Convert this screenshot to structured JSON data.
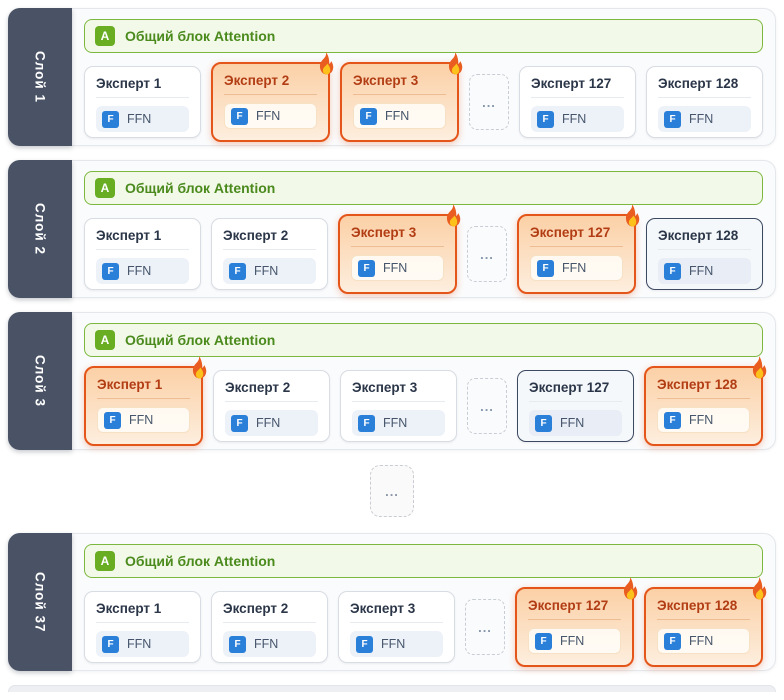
{
  "shared": {
    "attention_badge": "A",
    "attention_label": "Общий блок Attention",
    "ffn_badge": "F",
    "ffn_label": "FFN",
    "dots": "..."
  },
  "colors": {
    "layer_tab": "#4a5366",
    "attention_green": "#68ad22",
    "attention_border": "#7cb840",
    "active_orange": "#e4551a",
    "active_title": "#b23d14",
    "outlined_navy": "#3c4961",
    "ffn_blue": "#2a7fd8"
  },
  "layers": [
    {
      "label": "Слой 1",
      "experts": [
        {
          "name": "Эксперт 1",
          "state": "normal"
        },
        {
          "name": "Эксперт 2",
          "state": "active"
        },
        {
          "name": "Эксперт 3",
          "state": "active"
        },
        {
          "state": "dots"
        },
        {
          "name": "Эксперт 127",
          "state": "normal"
        },
        {
          "name": "Эксперт 128",
          "state": "normal"
        }
      ]
    },
    {
      "label": "Слой 2",
      "experts": [
        {
          "name": "Эксперт 1",
          "state": "normal"
        },
        {
          "name": "Эксперт 2",
          "state": "normal"
        },
        {
          "name": "Эксперт 3",
          "state": "active"
        },
        {
          "state": "dots"
        },
        {
          "name": "Эксперт 127",
          "state": "active"
        },
        {
          "name": "Эксперт 128",
          "state": "outlined"
        }
      ]
    },
    {
      "label": "Слой 3",
      "experts": [
        {
          "name": "Эксперт 1",
          "state": "active"
        },
        {
          "name": "Эксперт 2",
          "state": "normal"
        },
        {
          "name": "Эксперт 3",
          "state": "normal"
        },
        {
          "state": "dots"
        },
        {
          "name": "Эксперт 127",
          "state": "outlined"
        },
        {
          "name": "Эксперт 128",
          "state": "active"
        }
      ]
    },
    {
      "label": "Слой 37",
      "experts": [
        {
          "name": "Эксперт 1",
          "state": "normal"
        },
        {
          "name": "Эксперт 2",
          "state": "normal"
        },
        {
          "name": "Эксперт 3",
          "state": "normal"
        },
        {
          "state": "dots"
        },
        {
          "name": "Эксперт 127",
          "state": "active"
        },
        {
          "name": "Эксперт 128",
          "state": "active"
        }
      ]
    }
  ],
  "separator": {
    "label": "...",
    "after_layers": 3
  }
}
